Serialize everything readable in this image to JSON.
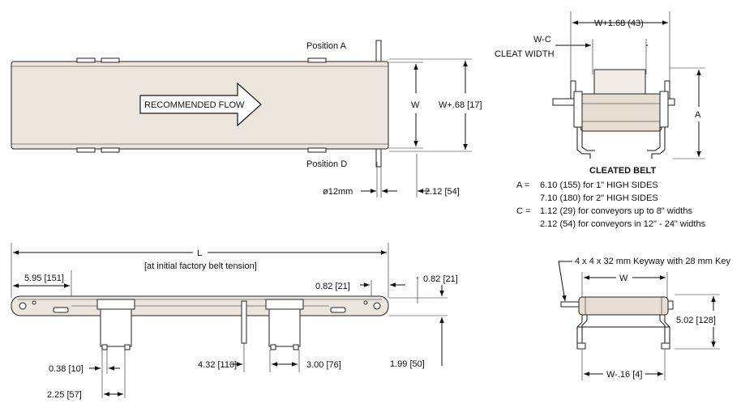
{
  "top_view": {
    "position_a": "Position A",
    "position_d": "Position D",
    "flow_label": "RECOMMENDED FLOW",
    "dim_w": "W",
    "dim_w_plus": "W+.68 [17]",
    "dim_shaft": "ø12mm",
    "dim_shaft_offset": "2.12 [54]"
  },
  "cleated_view": {
    "dim_width_top": "W+1.68 (43)",
    "wc_label": "W-C",
    "cleat_width_label": "CLEAT WIDTH",
    "dim_a": "A",
    "title": "CLEATED BELT",
    "notes": [
      {
        "key": "A =",
        "text": "6.10 (155) for 1\" HIGH SIDES"
      },
      {
        "key": "",
        "text": "7.10 (180) for 2\" HIGH SIDES"
      },
      {
        "key": "C =",
        "text": "1.12 (29) for conveyors up to 8\" widths"
      },
      {
        "key": "",
        "text": "2.12 (54) for conveyors in 12\" - 24\" widths"
      }
    ]
  },
  "side_view": {
    "dim_l": "L",
    "tension_note": "[at initial factory belt tension]",
    "dim_595": "5.95 [151]",
    "dim_082_a": "0.82 [21]",
    "dim_082_b": "0.82 [21]",
    "dim_432": "4.32 [110]",
    "dim_300": "3.00 [76]",
    "dim_199": "1.99 [50]",
    "dim_038": "0.38 [10]",
    "dim_225": "2.25 [57]"
  },
  "end_view": {
    "keyway_note": "4 x 4 x 32 mm Keyway with 28 mm Key",
    "dim_w": "W",
    "dim_502": "5.02 [128]",
    "dim_w_minus": "W-.16 [4]"
  }
}
